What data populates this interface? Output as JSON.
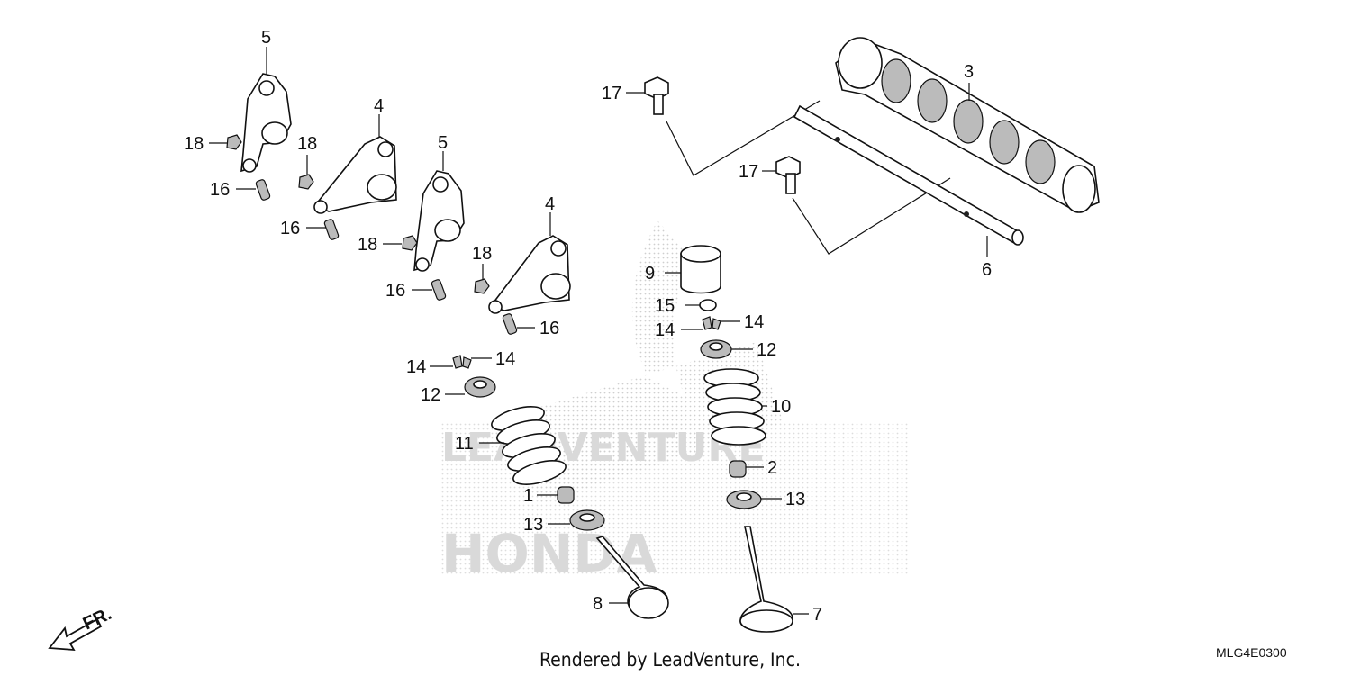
{
  "diagram": {
    "callouts": [
      "5",
      "4",
      "5",
      "4",
      "18",
      "18",
      "18",
      "18",
      "16",
      "16",
      "16",
      "16",
      "17",
      "17",
      "3",
      "6",
      "9",
      "15",
      "14",
      "14",
      "14",
      "14",
      "12",
      "12",
      "10",
      "11",
      "2",
      "1",
      "13",
      "13",
      "8",
      "7"
    ],
    "watermark": [
      "LEADVENTURE",
      "HONDA"
    ],
    "front_indicator": "FR.",
    "footer": "Rendered by LeadVenture, Inc.",
    "diagram_code": "MLG4E0300"
  }
}
